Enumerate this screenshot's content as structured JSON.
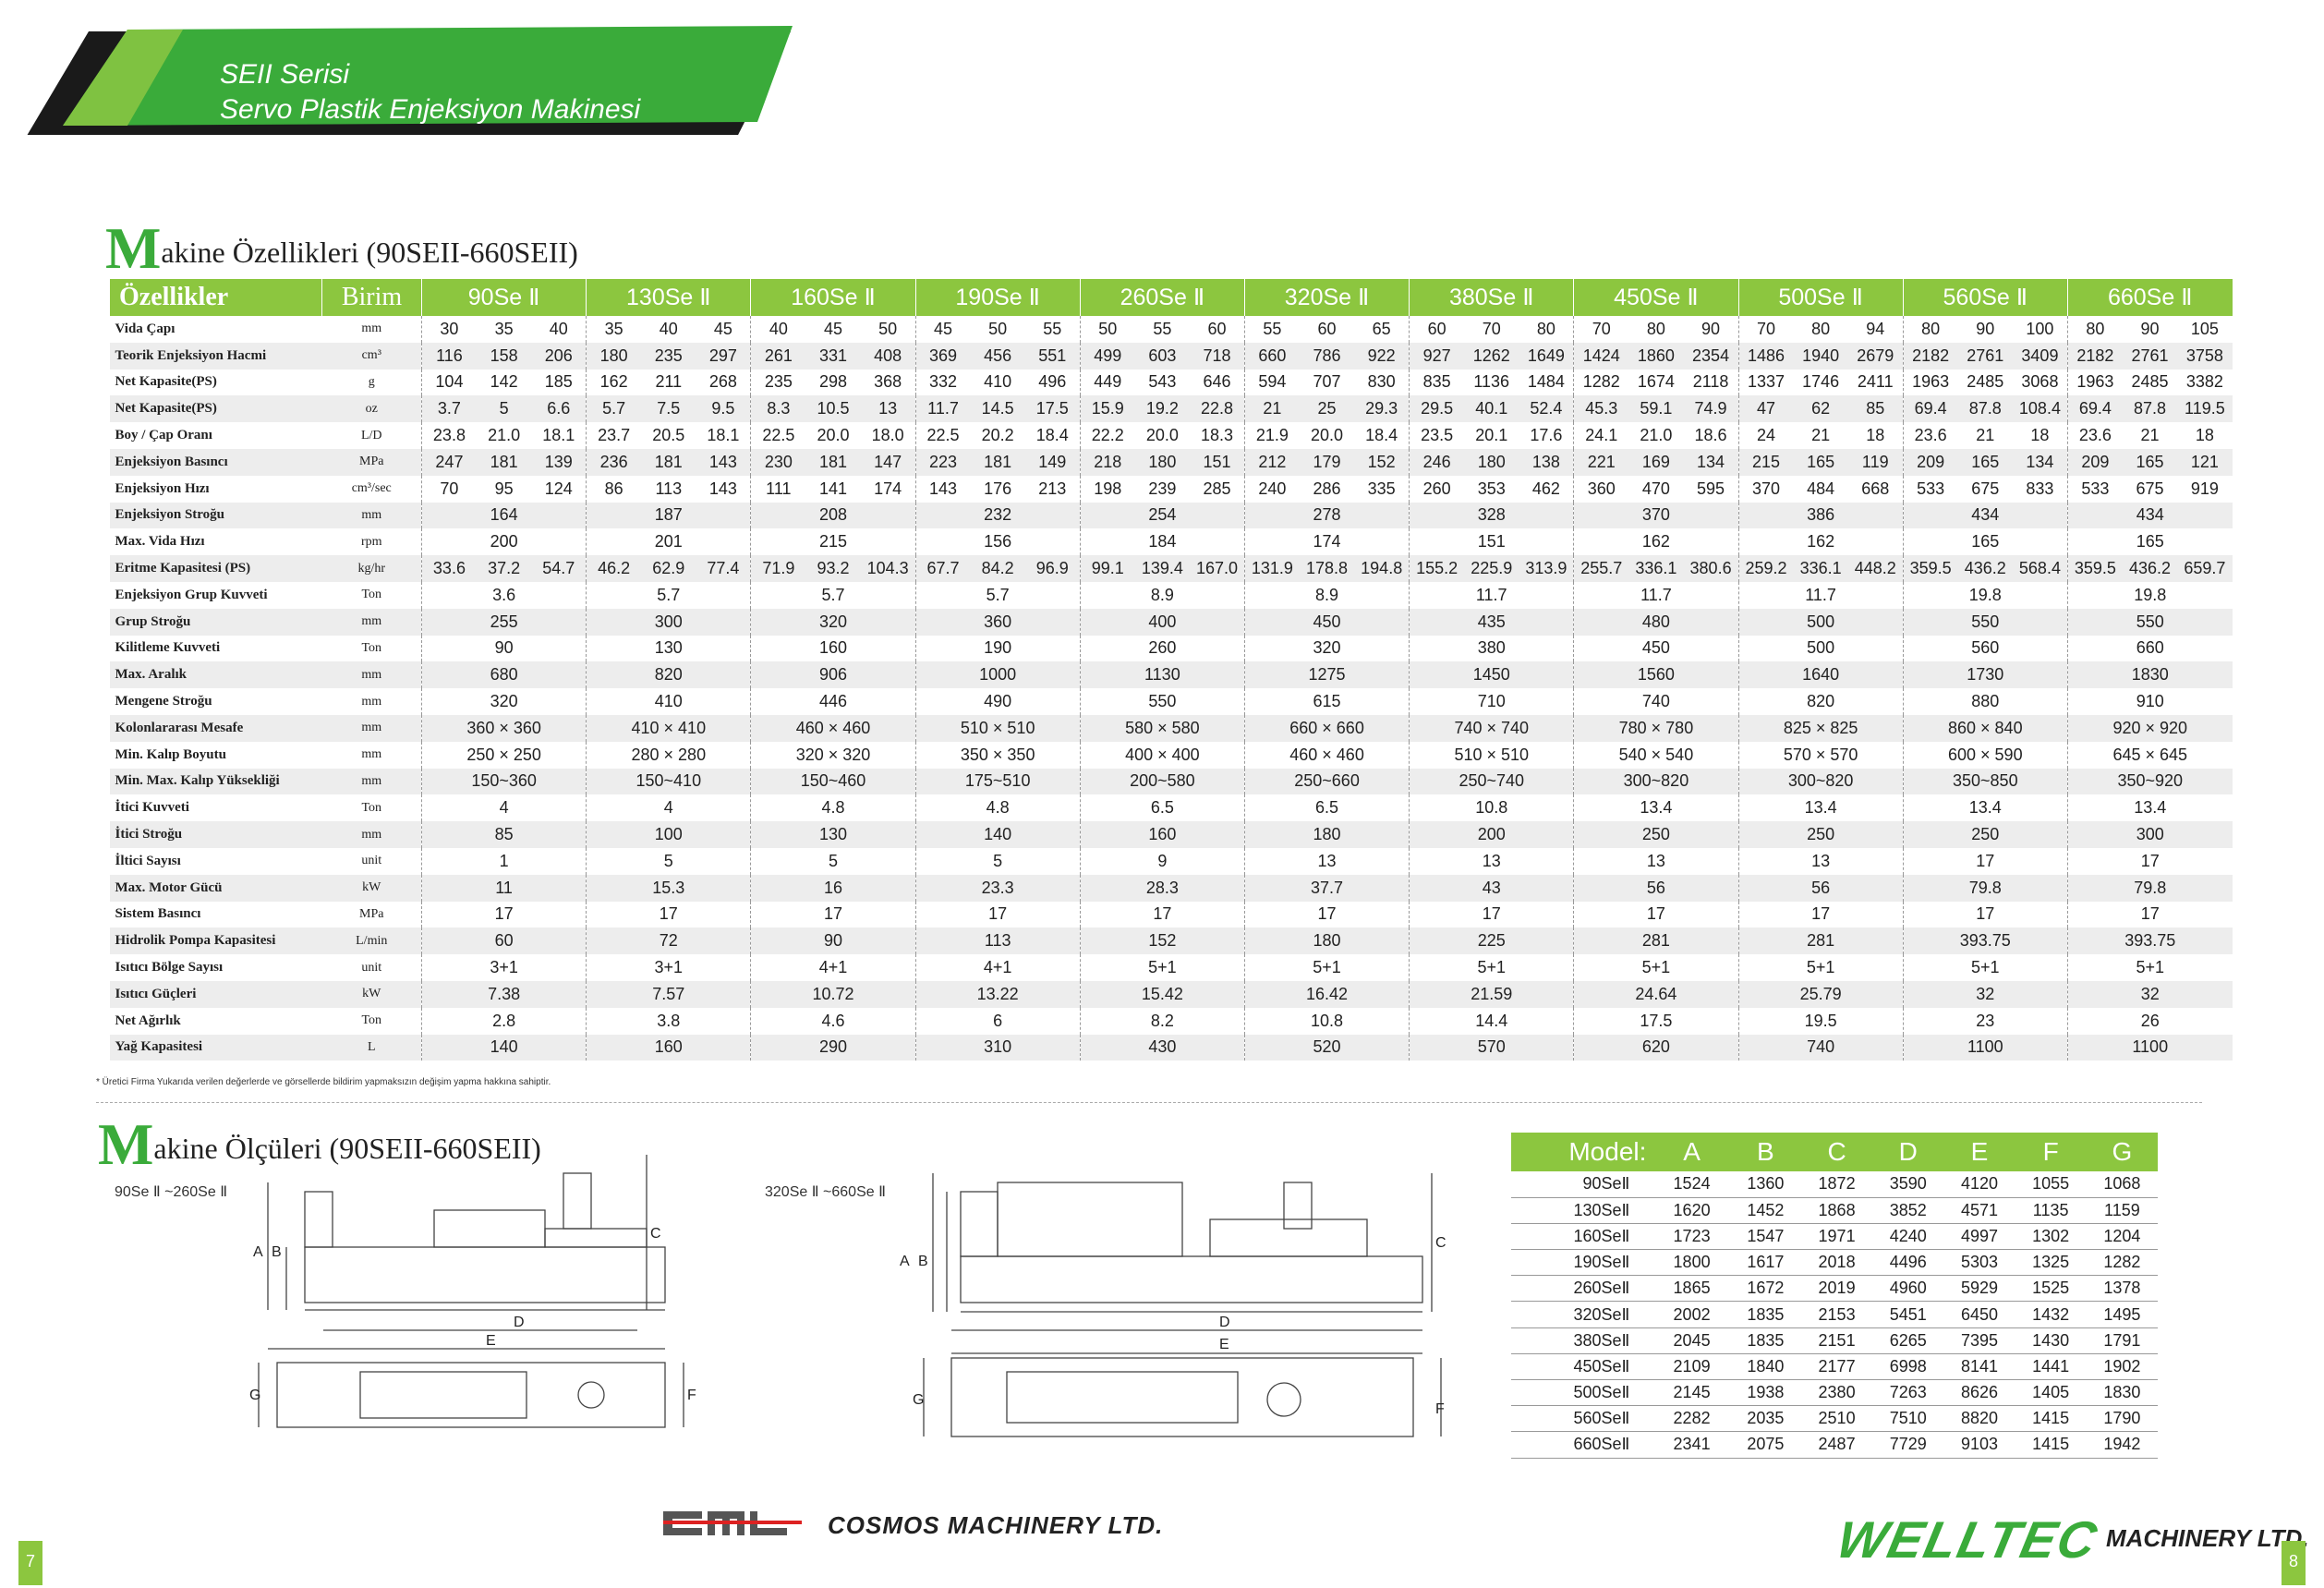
{
  "header": {
    "line1": "SEII Serisi",
    "line2": "Servo Plastik Enjeksiyon Makinesi"
  },
  "specs_title": {
    "initial": "M",
    "rest": "akine Özellikleri (90SEII-660SEII)"
  },
  "spec_table": {
    "col_feature": "Özellikler",
    "col_unit": "Birim",
    "models": [
      "90Se Ⅱ",
      "130Se Ⅱ",
      "160Se Ⅱ",
      "190Se Ⅱ",
      "260Se Ⅱ",
      "320Se Ⅱ",
      "380Se Ⅱ",
      "450Se Ⅱ",
      "500Se Ⅱ",
      "560Se Ⅱ",
      "660Se Ⅱ"
    ],
    "rows": [
      {
        "name": "Vida Çapı",
        "unit": "mm",
        "values": [
          "30",
          "35",
          "40",
          "35",
          "40",
          "45",
          "40",
          "45",
          "50",
          "45",
          "50",
          "55",
          "50",
          "55",
          "60",
          "55",
          "60",
          "65",
          "60",
          "70",
          "80",
          "70",
          "80",
          "90",
          "70",
          "80",
          "94",
          "80",
          "90",
          "100",
          "80",
          "90",
          "105"
        ]
      },
      {
        "name": "Teorik Enjeksiyon Hacmi",
        "unit": "cm³",
        "values": [
          "116",
          "158",
          "206",
          "180",
          "235",
          "297",
          "261",
          "331",
          "408",
          "369",
          "456",
          "551",
          "499",
          "603",
          "718",
          "660",
          "786",
          "922",
          "927",
          "1262",
          "1649",
          "1424",
          "1860",
          "2354",
          "1486",
          "1940",
          "2679",
          "2182",
          "2761",
          "3409",
          "2182",
          "2761",
          "3758"
        ]
      },
      {
        "name": "Net Kapasite(PS)",
        "unit": "g",
        "values": [
          "104",
          "142",
          "185",
          "162",
          "211",
          "268",
          "235",
          "298",
          "368",
          "332",
          "410",
          "496",
          "449",
          "543",
          "646",
          "594",
          "707",
          "830",
          "835",
          "1136",
          "1484",
          "1282",
          "1674",
          "2118",
          "1337",
          "1746",
          "2411",
          "1963",
          "2485",
          "3068",
          "1963",
          "2485",
          "3382"
        ]
      },
      {
        "name": "Net Kapasite(PS)",
        "unit": "oz",
        "values": [
          "3.7",
          "5",
          "6.6",
          "5.7",
          "7.5",
          "9.5",
          "8.3",
          "10.5",
          "13",
          "11.7",
          "14.5",
          "17.5",
          "15.9",
          "19.2",
          "22.8",
          "21",
          "25",
          "29.3",
          "29.5",
          "40.1",
          "52.4",
          "45.3",
          "59.1",
          "74.9",
          "47",
          "62",
          "85",
          "69.4",
          "87.8",
          "108.4",
          "69.4",
          "87.8",
          "119.5"
        ]
      },
      {
        "name": "Boy / Çap Oranı",
        "unit": "L/D",
        "values": [
          "23.8",
          "21.0",
          "18.1",
          "23.7",
          "20.5",
          "18.1",
          "22.5",
          "20.0",
          "18.0",
          "22.5",
          "20.2",
          "18.4",
          "22.2",
          "20.0",
          "18.3",
          "21.9",
          "20.0",
          "18.4",
          "23.5",
          "20.1",
          "17.6",
          "24.1",
          "21.0",
          "18.6",
          "24",
          "21",
          "18",
          "23.6",
          "21",
          "18",
          "23.6",
          "21",
          "18"
        ]
      },
      {
        "name": "Enjeksiyon Basıncı",
        "unit": "MPa",
        "values": [
          "247",
          "181",
          "139",
          "236",
          "181",
          "143",
          "230",
          "181",
          "147",
          "223",
          "181",
          "149",
          "218",
          "180",
          "151",
          "212",
          "179",
          "152",
          "246",
          "180",
          "138",
          "221",
          "169",
          "134",
          "215",
          "165",
          "119",
          "209",
          "165",
          "134",
          "209",
          "165",
          "121"
        ]
      },
      {
        "name": "Enjeksiyon Hızı",
        "unit": "cm³/sec",
        "values": [
          "70",
          "95",
          "124",
          "86",
          "113",
          "143",
          "111",
          "141",
          "174",
          "143",
          "176",
          "213",
          "198",
          "239",
          "285",
          "240",
          "286",
          "335",
          "260",
          "353",
          "462",
          "360",
          "470",
          "595",
          "370",
          "484",
          "668",
          "533",
          "675",
          "833",
          "533",
          "675",
          "919"
        ]
      },
      {
        "name": "Enjeksiyon Stroğu",
        "unit": "mm",
        "values": [
          "164",
          "187",
          "208",
          "232",
          "254",
          "278",
          "328",
          "370",
          "386",
          "434",
          "434"
        ]
      },
      {
        "name": "Max. Vida Hızı",
        "unit": "rpm",
        "values": [
          "200",
          "201",
          "215",
          "156",
          "184",
          "174",
          "151",
          "162",
          "162",
          "165",
          "165"
        ]
      },
      {
        "name": "Eritme Kapasitesi (PS)",
        "unit": "kg/hr",
        "values": [
          "33.6",
          "37.2",
          "54.7",
          "46.2",
          "62.9",
          "77.4",
          "71.9",
          "93.2",
          "104.3",
          "67.7",
          "84.2",
          "96.9",
          "99.1",
          "139.4",
          "167.0",
          "131.9",
          "178.8",
          "194.8",
          "155.2",
          "225.9",
          "313.9",
          "255.7",
          "336.1",
          "380.6",
          "259.2",
          "336.1",
          "448.2",
          "359.5",
          "436.2",
          "568.4",
          "359.5",
          "436.2",
          "659.7"
        ]
      },
      {
        "name": "Enjeksiyon Grup Kuvveti",
        "unit": "Ton",
        "values": [
          "3.6",
          "5.7",
          "5.7",
          "5.7",
          "8.9",
          "8.9",
          "11.7",
          "11.7",
          "11.7",
          "19.8",
          "19.8"
        ]
      },
      {
        "name": "Grup Stroğu",
        "unit": "mm",
        "values": [
          "255",
          "300",
          "320",
          "360",
          "400",
          "450",
          "435",
          "480",
          "500",
          "550",
          "550"
        ]
      },
      {
        "name": "Kilitleme Kuvveti",
        "unit": "Ton",
        "values": [
          "90",
          "130",
          "160",
          "190",
          "260",
          "320",
          "380",
          "450",
          "500",
          "560",
          "660"
        ]
      },
      {
        "name": "Max. Aralık",
        "unit": "mm",
        "values": [
          "680",
          "820",
          "906",
          "1000",
          "1130",
          "1275",
          "1450",
          "1560",
          "1640",
          "1730",
          "1830"
        ]
      },
      {
        "name": "Mengene Stroğu",
        "unit": "mm",
        "values": [
          "320",
          "410",
          "446",
          "490",
          "550",
          "615",
          "710",
          "740",
          "820",
          "880",
          "910"
        ]
      },
      {
        "name": "Kolonlararası Mesafe",
        "unit": "mm",
        "values": [
          "360 × 360",
          "410 × 410",
          "460 × 460",
          "510 × 510",
          "580 × 580",
          "660 × 660",
          "740 × 740",
          "780 × 780",
          "825 × 825",
          "860 × 840",
          "920 × 920"
        ]
      },
      {
        "name": "Min. Kalıp Boyutu",
        "unit": "mm",
        "values": [
          "250 × 250",
          "280 × 280",
          "320 × 320",
          "350 × 350",
          "400 × 400",
          "460 × 460",
          "510 × 510",
          "540 × 540",
          "570 × 570",
          "600 × 590",
          "645 × 645"
        ]
      },
      {
        "name": "Min. Max. Kalıp Yüksekliği",
        "unit": "mm",
        "values": [
          "150~360",
          "150~410",
          "150~460",
          "175~510",
          "200~580",
          "250~660",
          "250~740",
          "300~820",
          "300~820",
          "350~850",
          "350~920"
        ]
      },
      {
        "name": "İtici Kuvveti",
        "unit": "Ton",
        "values": [
          "4",
          "4",
          "4.8",
          "4.8",
          "6.5",
          "6.5",
          "10.8",
          "13.4",
          "13.4",
          "13.4",
          "13.4"
        ]
      },
      {
        "name": "İtici Stroğu",
        "unit": "mm",
        "values": [
          "85",
          "100",
          "130",
          "140",
          "160",
          "180",
          "200",
          "250",
          "250",
          "250",
          "300"
        ]
      },
      {
        "name": "İltici Sayısı",
        "unit": "unit",
        "values": [
          "1",
          "5",
          "5",
          "5",
          "9",
          "13",
          "13",
          "13",
          "13",
          "17",
          "17"
        ]
      },
      {
        "name": "Max. Motor Gücü",
        "unit": "kW",
        "values": [
          "11",
          "15.3",
          "16",
          "23.3",
          "28.3",
          "37.7",
          "43",
          "56",
          "56",
          "79.8",
          "79.8"
        ]
      },
      {
        "name": "Sistem Basıncı",
        "unit": "MPa",
        "values": [
          "17",
          "17",
          "17",
          "17",
          "17",
          "17",
          "17",
          "17",
          "17",
          "17",
          "17"
        ]
      },
      {
        "name": "Hidrolik Pompa Kapasitesi",
        "unit": "L/min",
        "values": [
          "60",
          "72",
          "90",
          "113",
          "152",
          "180",
          "225",
          "281",
          "281",
          "393.75",
          "393.75"
        ]
      },
      {
        "name": "Isıtıcı Bölge Sayısı",
        "unit": "unit",
        "values": [
          "3+1",
          "3+1",
          "4+1",
          "4+1",
          "5+1",
          "5+1",
          "5+1",
          "5+1",
          "5+1",
          "5+1",
          "5+1"
        ]
      },
      {
        "name": "Isıtıcı Güçleri",
        "unit": "kW",
        "values": [
          "7.38",
          "7.57",
          "10.72",
          "13.22",
          "15.42",
          "16.42",
          "21.59",
          "24.64",
          "25.79",
          "32",
          "32"
        ]
      },
      {
        "name": "Net Ağırlık",
        "unit": "Ton",
        "values": [
          "2.8",
          "3.8",
          "4.6",
          "6",
          "8.2",
          "10.8",
          "14.4",
          "17.5",
          "19.5",
          "23",
          "26"
        ]
      },
      {
        "name": "Yağ Kapasitesi",
        "unit": "L",
        "values": [
          "140",
          "160",
          "290",
          "310",
          "430",
          "520",
          "570",
          "620",
          "740",
          "1100",
          "1100"
        ]
      }
    ]
  },
  "footnote": "* Üretici Firma Yukarıda verilen değerlerde ve görsellerde bildirim yapmaksızın değişim yapma hakkına sahiptir.",
  "dims_title": {
    "initial": "M",
    "rest": "akine Ölçüleri (90SEII-660SEII)"
  },
  "drawing_labels": {
    "left": "90Se Ⅱ ~260Se Ⅱ",
    "right": "320Se Ⅱ ~660Se Ⅱ"
  },
  "drawing_letters": {
    "a": "A",
    "b": "B",
    "c": "C",
    "d": "D",
    "e": "E",
    "f": "F",
    "g": "G"
  },
  "dim_table": {
    "header": [
      "Model:",
      "A",
      "B",
      "C",
      "D",
      "E",
      "F",
      "G"
    ],
    "rows": [
      [
        "90SeⅡ",
        "1524",
        "1360",
        "1872",
        "3590",
        "4120",
        "1055",
        "1068"
      ],
      [
        "130SeⅡ",
        "1620",
        "1452",
        "1868",
        "3852",
        "4571",
        "1135",
        "1159"
      ],
      [
        "160SeⅡ",
        "1723",
        "1547",
        "1971",
        "4240",
        "4997",
        "1302",
        "1204"
      ],
      [
        "190SeⅡ",
        "1800",
        "1617",
        "2018",
        "4496",
        "5303",
        "1325",
        "1282"
      ],
      [
        "260SeⅡ",
        "1865",
        "1672",
        "2019",
        "4960",
        "5929",
        "1525",
        "1378"
      ],
      [
        "320SeⅡ",
        "2002",
        "1835",
        "2153",
        "5451",
        "6450",
        "1432",
        "1495"
      ],
      [
        "380SeⅡ",
        "2045",
        "1835",
        "2151",
        "6265",
        "7395",
        "1430",
        "1791"
      ],
      [
        "450SeⅡ",
        "2109",
        "1840",
        "2177",
        "6998",
        "8141",
        "1441",
        "1902"
      ],
      [
        "500SeⅡ",
        "2145",
        "1938",
        "2380",
        "7263",
        "8626",
        "1405",
        "1830"
      ],
      [
        "560SeⅡ",
        "2282",
        "2035",
        "2510",
        "7510",
        "8820",
        "1415",
        "1790"
      ],
      [
        "660SeⅡ",
        "2341",
        "2075",
        "2487",
        "7729",
        "9103",
        "1415",
        "1942"
      ]
    ]
  },
  "logos": {
    "cml": "CML",
    "cosmos": "COSMOS MACHINERY LTD.",
    "welltec": "WELLTEC",
    "welltec_suffix": "MACHINERY LTD."
  },
  "pages": {
    "left": "7",
    "right": "8"
  },
  "colors": {
    "accent": "#8cc63f",
    "title_green": "#3aab3a",
    "row_alt": "#ededed"
  }
}
